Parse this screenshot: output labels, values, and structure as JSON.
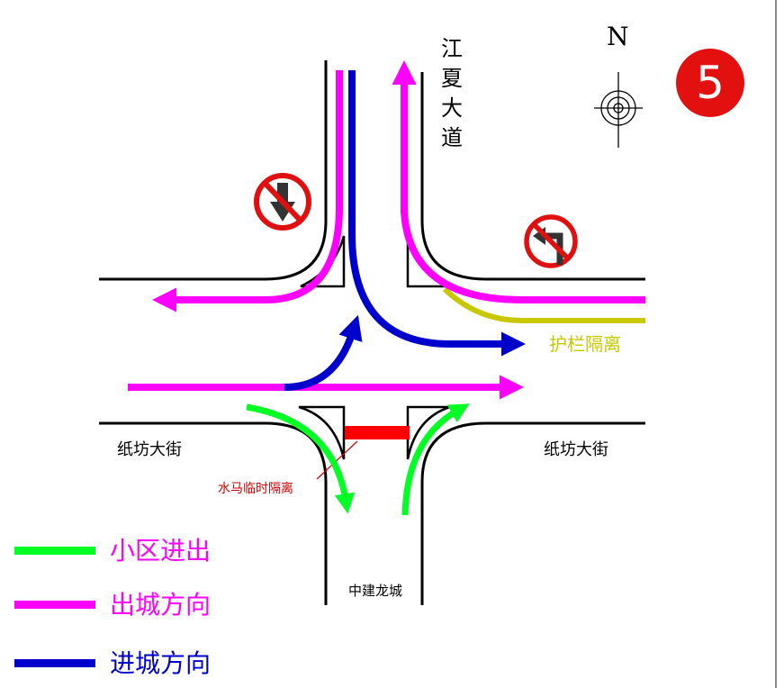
{
  "sheet_number": "5",
  "compass_label": "N",
  "roads": {
    "north": "江夏大道",
    "west": "纸坊大街",
    "east": "纸坊大街",
    "south": "中建龙城"
  },
  "annotations": {
    "guardrail": "护栏隔离",
    "water_barrier": "水马临时隔离"
  },
  "signs": [
    {
      "icon": "no-straight-ahead-sign-icon"
    },
    {
      "icon": "no-left-turn-sign-icon"
    }
  ],
  "legend": [
    {
      "label": "小区进出",
      "color": "#00ff22"
    },
    {
      "label": "出城方向",
      "color": "#ff00ff"
    },
    {
      "label": "进城方向",
      "color": "#0000cc"
    }
  ],
  "colors": {
    "green": "#00ff22",
    "magenta": "#ff00ff",
    "blue": "#0000cc",
    "guardrail": "#c8c800",
    "barrier": "#ff0000",
    "badge": "#e31010"
  }
}
